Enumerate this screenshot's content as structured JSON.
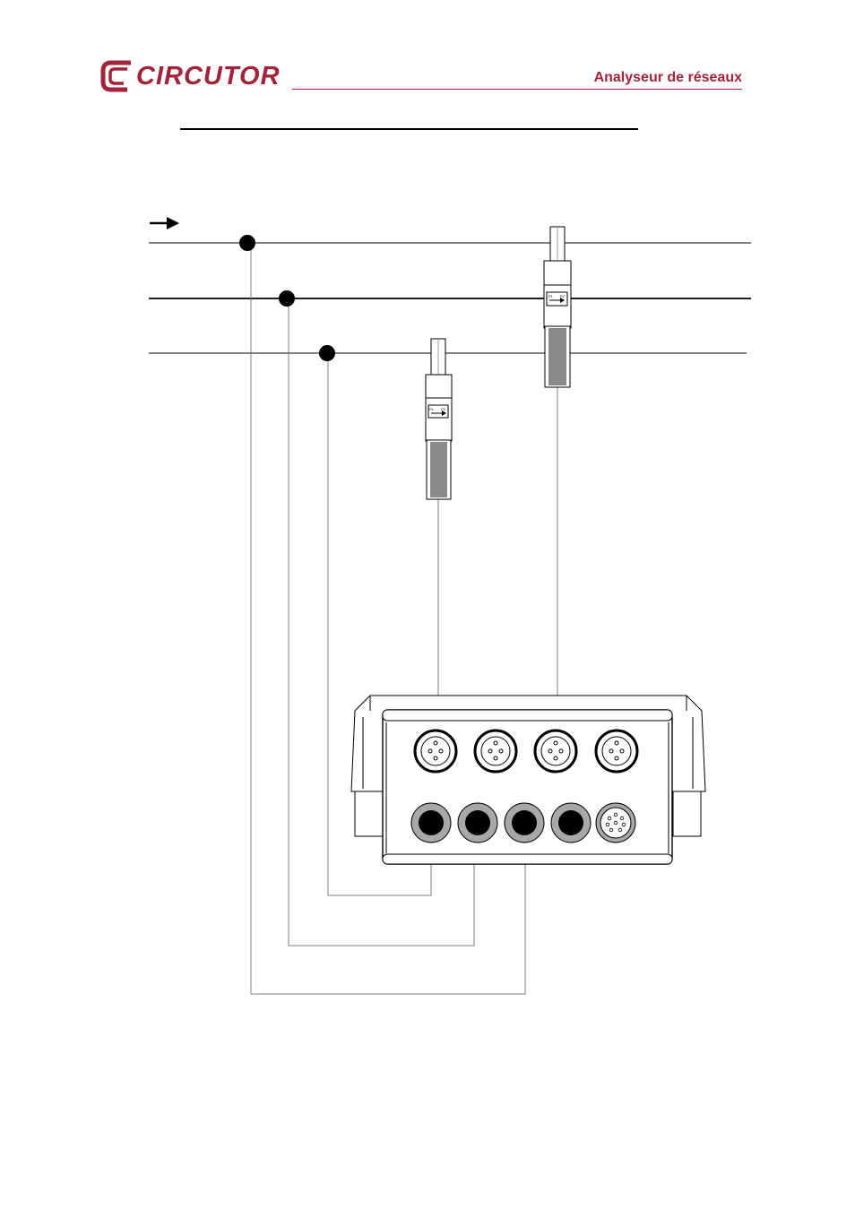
{
  "header": {
    "brand": "CIRCUTOR",
    "doc_title": "Analyseur de réseaux"
  },
  "diagram": {
    "line_direction": "arrow-right-icon",
    "clamp_label_left": "P1",
    "clamp_label_right": "P2",
    "brand_color": "#a2233a"
  }
}
